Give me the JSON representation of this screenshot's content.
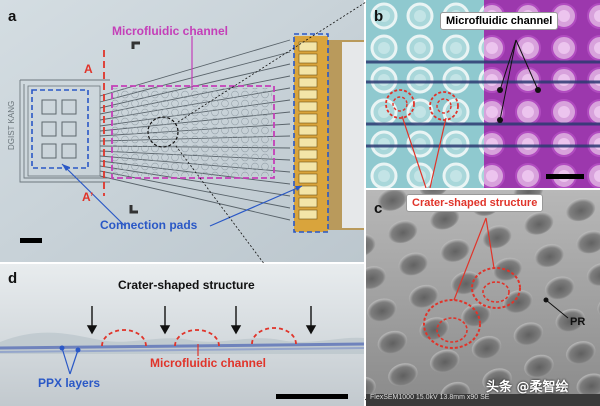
{
  "panels": {
    "a": {
      "label": "a",
      "text_microfluidic": "Microfluidic channel",
      "text_connection": "Connection pads",
      "text_A": "A",
      "text_A_prime": "A’",
      "chip_text": "DGIST KANG"
    },
    "b": {
      "label": "b",
      "text_microfluidic": "Microfluidic channel"
    },
    "c": {
      "label": "c",
      "text_crater": "Crater-shaped structure",
      "text_pr": "PR",
      "sem_info": "FlexSEM1000 15.0kV 13.8mm x90 SE"
    },
    "d": {
      "label": "d",
      "text_crater": "Crater-shaped structure",
      "text_microfluidic": "Microfluidic channel",
      "text_ppx": "PPX layers"
    },
    "watermark": "头条 @柔智绘"
  },
  "colors": {
    "magenta": "#c43fb8",
    "red": "#e0342a",
    "blue": "#2a58c6",
    "gold": "#c9952e"
  }
}
